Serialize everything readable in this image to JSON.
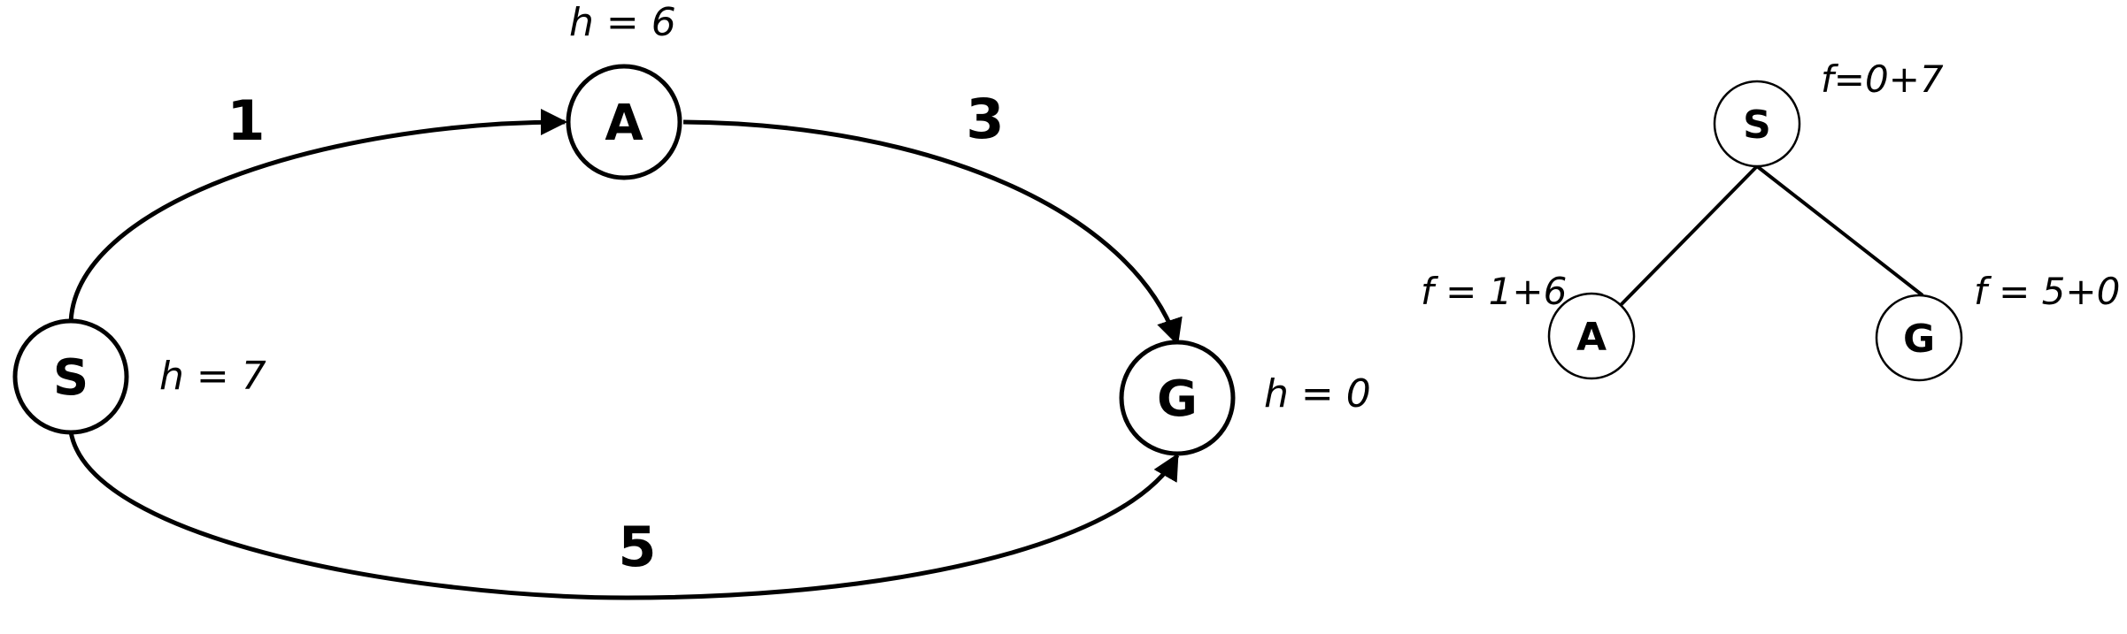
{
  "graph": {
    "nodes": {
      "S": {
        "label": "S",
        "heuristic": "h = 7"
      },
      "A": {
        "label": "A",
        "heuristic": "h = 6"
      },
      "G": {
        "label": "G",
        "heuristic": "h = 0"
      }
    },
    "edges": {
      "S_A": {
        "weight": "1"
      },
      "A_G": {
        "weight": "3"
      },
      "S_G": {
        "weight": "5"
      }
    }
  },
  "search_tree": {
    "root": {
      "label": "S",
      "f": "f=0+7"
    },
    "child_a": {
      "label": "A",
      "f": "f = 1+6"
    },
    "child_g": {
      "label": "G",
      "f": "f = 5+0"
    }
  },
  "colors": {
    "stroke": "#000000",
    "fill": "#ffffff"
  }
}
